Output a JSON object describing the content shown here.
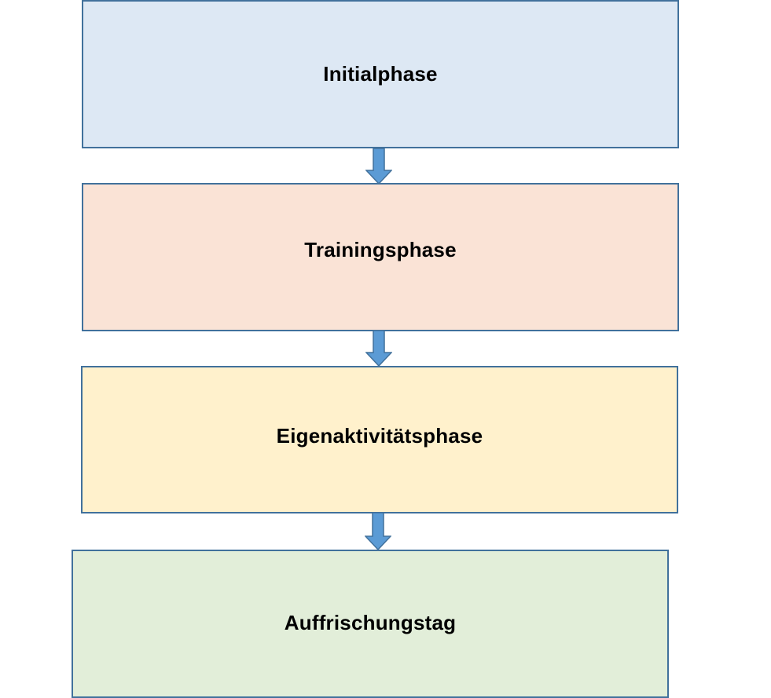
{
  "diagram": {
    "phases": [
      {
        "label": "Initialphase",
        "fill": "#dde8f4"
      },
      {
        "label": "Trainingsphase",
        "fill": "#fae3d6"
      },
      {
        "label": "Eigenaktivitätsphase",
        "fill": "#fff1cc"
      },
      {
        "label": "Auffrischungstag",
        "fill": "#e2eed9"
      }
    ],
    "border_color": "#41719c",
    "arrow_color": "#5b9bd5"
  }
}
